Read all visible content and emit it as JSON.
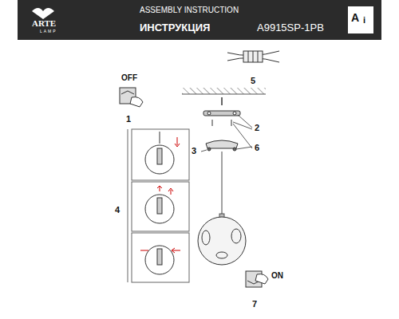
{
  "diagram": {
    "labels": [
      "ARTE",
      "LAMP",
      "ASSEMBLY INSTRUCTION",
      "ИНСТРУКЦИЯ",
      "A9915SP-1PB",
      "A",
      "i",
      "OFF",
      "1",
      "5",
      "2",
      "6",
      "3",
      "4",
      "ON",
      "7"
    ]
  }
}
